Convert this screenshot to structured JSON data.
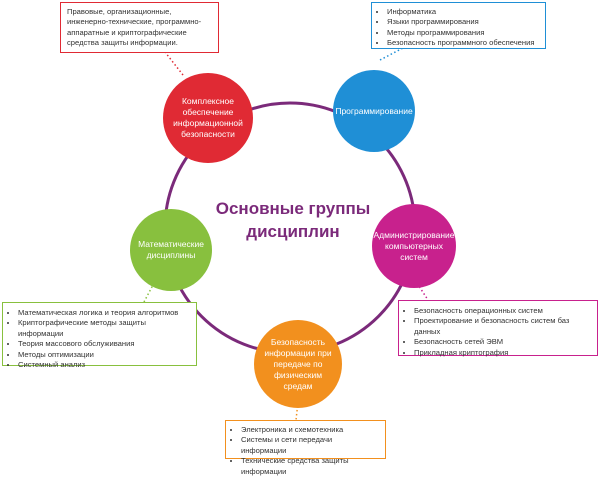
{
  "title": "Основные группы дисциплин",
  "colors": {
    "ring": "#7b2a7a",
    "red": "#e02a34",
    "blue": "#1f8fd6",
    "magenta": "#c8218d",
    "orange": "#f2901e",
    "green": "#88c03e"
  },
  "nodes": {
    "complex": "Комплексное обеспечение информационной безопасности",
    "programming": "Программирование",
    "admin": "Администрирование компьютерных систем",
    "transfer": "Безопасность информации при передаче по физическим средам",
    "math": "Математические дисциплины"
  },
  "boxes": {
    "complex": "Правовые, организационные, инженерно-технические, программно-аппаратные и криптографические средства защиты информации.",
    "programming": [
      "Информатика",
      "Языки программирования",
      "Методы программирования",
      "Безопасность программного обеспечения"
    ],
    "admin": [
      "Безопасность операционных систем",
      "Проектирование и безопасность систем баз данных",
      "Безопасность сетей ЭВМ",
      "Прикладная криптография"
    ],
    "transfer": [
      "Электроника и схемотехника",
      "Системы и сети передачи информации",
      "Технические средства защиты информации"
    ],
    "math": [
      "Математическая логика и теория алгоритмов",
      "Криптографические методы защиты информации",
      "Теория массового обслуживания",
      "Методы оптимизации",
      "Системный анализ"
    ]
  }
}
